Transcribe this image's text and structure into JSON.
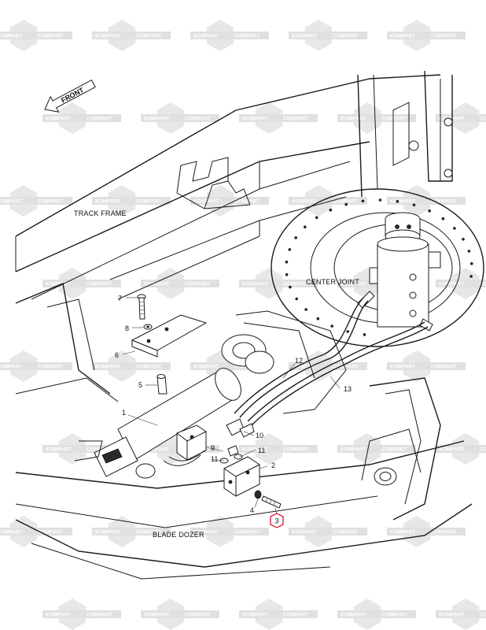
{
  "watermark": {
    "brand": "KOMPART",
    "sub": "COMPART"
  },
  "labels": {
    "front": "FRONT",
    "track_frame": "TRACK FRAME",
    "center_joint": "CENTER JOINT",
    "blade_dozer": "BLADE DOZER"
  },
  "callouts": {
    "c1": "1",
    "c2": "2",
    "c3": "3",
    "c4": "4",
    "c5": "5",
    "c6": "6",
    "c7": "7",
    "c8": "8",
    "c9": "9",
    "c10": "10",
    "c11a": "11",
    "c11b": "11",
    "c12": "12",
    "c13": "13"
  },
  "highlight": {
    "callout": "3",
    "color": "#d0021b"
  }
}
